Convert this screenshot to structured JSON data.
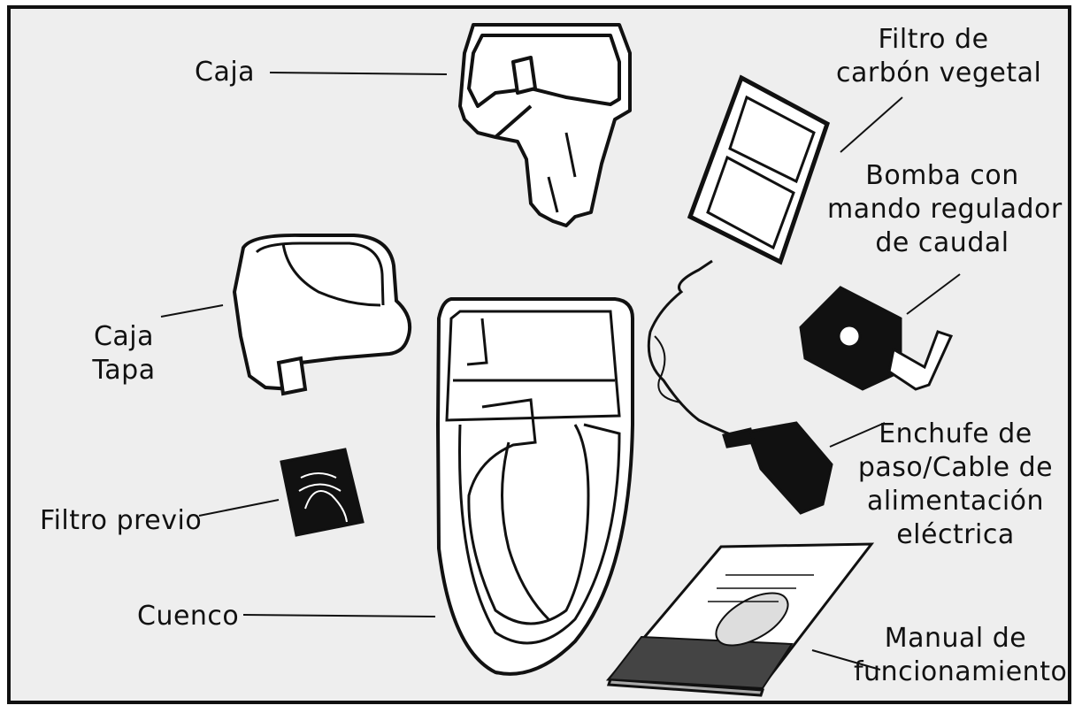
{
  "labels": {
    "caja": "Caja",
    "filtro_carbon": [
      "Filtro de",
      "carbón vegetal"
    ],
    "bomba": [
      "Bomba con",
      "mando regulador",
      "de caudal"
    ],
    "caja_tapa": [
      "Caja",
      "Tapa"
    ],
    "enchufe": [
      "Enchufe de",
      "paso/Cable de",
      "alimentación",
      "eléctrica"
    ],
    "filtro_previo": "Filtro previo",
    "cuenco": "Cuenco",
    "manual": [
      "Manual de",
      "funcionamiento"
    ]
  },
  "colors": {
    "ink": "#111111",
    "background": "#eeeeee",
    "part_fill": "#ffffff"
  }
}
